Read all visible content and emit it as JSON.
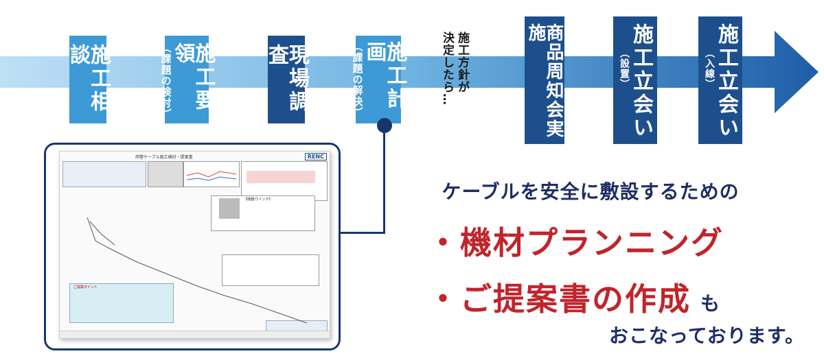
{
  "steps": [
    {
      "main": "施工相談",
      "sub": ""
    },
    {
      "main": "施工要領",
      "sub": "（課題の検討）"
    },
    {
      "main": "現場調査",
      "sub": ""
    },
    {
      "main": "施工計画",
      "sub": "（課題の解決）"
    },
    {
      "main": "商品周知会実施",
      "sub": ""
    },
    {
      "main": "施工立会い",
      "sub": "（設置）"
    },
    {
      "main": "施工立会い",
      "sub": "（入線）"
    }
  ],
  "note": {
    "line1": "施工方針が",
    "line2": "決定したら…"
  },
  "document": {
    "title": "岸壁ケーブル施工検討・提案書",
    "logo": "RENC",
    "box_title": "ご提案ポイント",
    "spec_title": "【機器/ウインチ】"
  },
  "message": {
    "lead": "ケーブルを安全に敷設するための",
    "bullet1": "・機材プランニング",
    "bullet2": "・ご提案書の作成",
    "mo": "も",
    "closing": "おこなっております。"
  },
  "colors": {
    "dark": "#1e4f8d",
    "light": "#3d9ad6",
    "accent": "#c1242b",
    "text": "#1e2d66"
  }
}
